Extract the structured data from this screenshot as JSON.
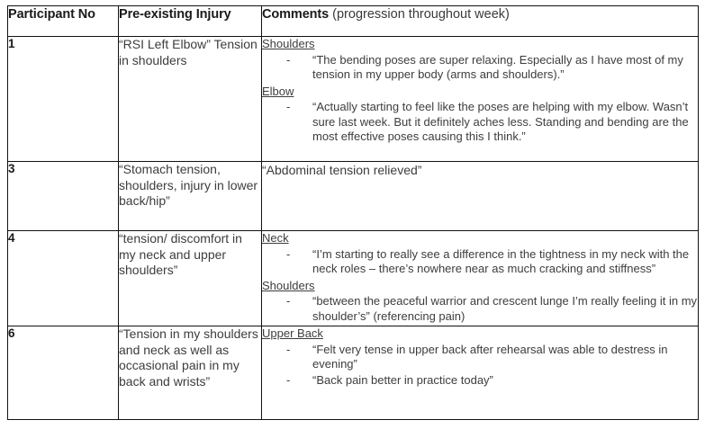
{
  "table": {
    "headers": [
      {
        "strong": "Participant No",
        "normal": ""
      },
      {
        "strong": "Pre-existing Injury",
        "normal": ""
      },
      {
        "strong": "Comments",
        "normal": " (progression throughout week)"
      }
    ],
    "rows": [
      {
        "participant_no": "1",
        "injury": "“RSI Left Elbow” Tension in shoulders",
        "comment_groups": [
          {
            "title": "Shoulders",
            "bullets": [
              "“The bending poses are super relaxing. Especially as I have most of my tension in my upper body (arms and shoulders).”"
            ]
          },
          {
            "title": "Elbow",
            "bullets": [
              "“Actually starting to feel like the poses are helping with my elbow. Wasn’t sure last week. But it definitely aches less. Standing and bending are the most effective poses causing this I think.”"
            ]
          }
        ],
        "plain_comment": ""
      },
      {
        "participant_no": "3",
        "injury": "“Stomach tension, shoulders, injury in lower back/hip”",
        "comment_groups": [],
        "plain_comment": "“Abdominal tension relieved”"
      },
      {
        "participant_no": "4",
        "injury": "“tension/ discomfort in my neck and upper shoulders”",
        "comment_groups": [
          {
            "title": "Neck",
            "bullets": [
              "“I’m starting to really see a difference in the tightness in my neck with the neck roles – there’s nowhere near as much cracking and stiffness”"
            ]
          },
          {
            "title": "Shoulders",
            "bullets": [
              "“between the peaceful warrior and crescent lunge I’m really feeling it in my shoulder’s” (referencing pain)"
            ]
          }
        ],
        "plain_comment": ""
      },
      {
        "participant_no": "6",
        "injury": "“Tension in my shoulders and neck as well as occasional pain in my back and wrists”",
        "comment_groups": [
          {
            "title": "Upper Back",
            "bullets": [
              "“Felt very tense in upper back after rehearsal was able to destress in evening”",
              "“Back pain better in practice today”"
            ]
          }
        ],
        "plain_comment": ""
      }
    ]
  }
}
